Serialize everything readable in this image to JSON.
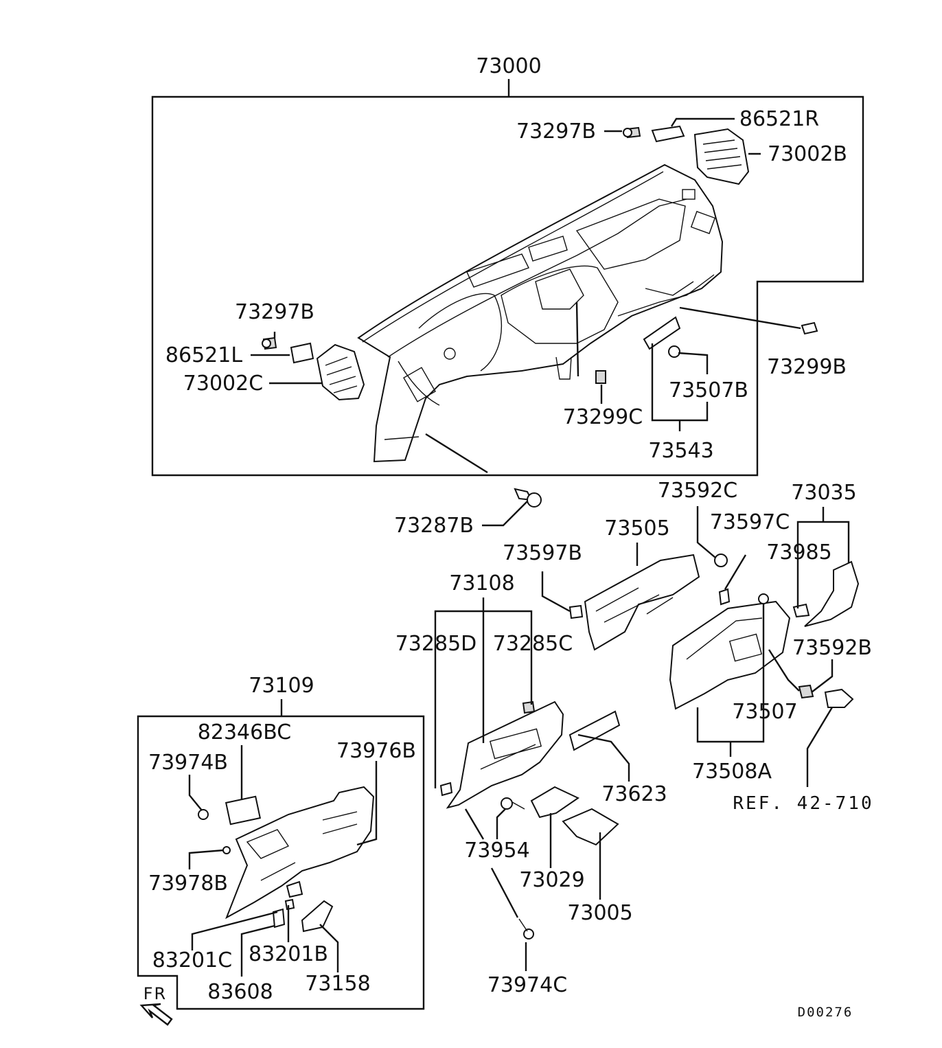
{
  "diagram": {
    "labels": {
      "assembly": "73000",
      "l_73297B_top": "73297B",
      "l_86521R": "86521R",
      "l_73002B": "73002B",
      "l_73297B_left": "73297B",
      "l_86521L": "86521L",
      "l_73002C": "73002C",
      "l_73299B": "73299B",
      "l_73507B": "73507B",
      "l_73299C": "73299C",
      "l_73543": "73543",
      "l_73287B": "73287B",
      "l_73592C": "73592C",
      "l_73035": "73035",
      "l_73505": "73505",
      "l_73597C": "73597C",
      "l_73597B": "73597B",
      "l_73985": "73985",
      "l_73108": "73108",
      "l_73285D": "73285D",
      "l_73285C": "73285C",
      "l_73592B": "73592B",
      "l_73507": "73507",
      "l_73109": "73109",
      "l_82346BC": "82346BC",
      "l_73976B": "73976B",
      "l_73974B": "73974B",
      "l_73623": "73623",
      "l_73508A": "73508A",
      "l_73978B": "73978B",
      "l_73954": "73954",
      "l_73029": "73029",
      "l_73005": "73005",
      "l_83201C": "83201C",
      "l_83201B": "83201B",
      "l_83608": "83608",
      "l_73158": "73158",
      "l_73974C": "73974C"
    },
    "reference": "REF. 42-710",
    "orientation_label": "FR",
    "drawing_code": "D00276"
  }
}
